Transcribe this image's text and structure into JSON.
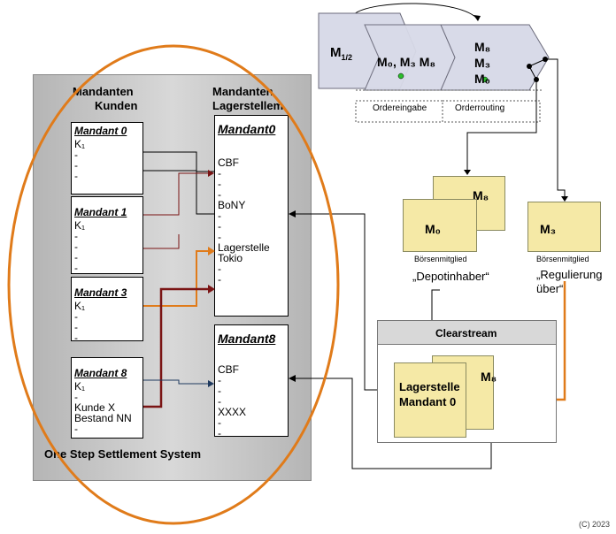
{
  "left_panel": {
    "col1_header_line1": "Mandanten",
    "col1_header_line2": "Kunden",
    "col2_header_line1": "Mandanten",
    "col2_header_line2": "Lagerstellem",
    "footer": "One Step Settlement System"
  },
  "clients": [
    {
      "title": "Mandant 0",
      "lines": [
        "K₁",
        "-",
        "-",
        "-"
      ]
    },
    {
      "title": "Mandant 1",
      "lines": [
        "K₁",
        "-",
        "-",
        "-",
        "-"
      ]
    },
    {
      "title": "Mandant 3",
      "lines": [
        "K₁",
        "-",
        "-",
        "-"
      ]
    },
    {
      "title": "Mandant 8",
      "lines": [
        "K₁",
        "-",
        "Kunde X",
        "Bestand NN",
        "-"
      ]
    }
  ],
  "depots": [
    {
      "title": "Mandant0",
      "lines": [
        "CBF",
        "-",
        "-",
        "-",
        "BoNY",
        "-",
        "-",
        "-",
        "Lagerstelle",
        "Tokio",
        "-",
        "-"
      ]
    },
    {
      "title": "Mandant8",
      "lines": [
        "CBF",
        "-",
        "-",
        "-",
        "XXXX",
        "-",
        "-"
      ]
    }
  ],
  "top_flow": {
    "m12_label": "M",
    "m12_sub": "1/2",
    "mid_label": "M₀, M₃ M₈",
    "right_lines": [
      "M₈",
      "M₃",
      "M₀"
    ],
    "ordereingabe": "Ordereingabe",
    "orderrouting": "Orderrouting"
  },
  "members": {
    "m8_label": "M₈",
    "m0_label": "M₀",
    "m3_label": "M₃",
    "boersen1": "Börsenmitglied",
    "boersen2": "Börsenmitglied",
    "depotinhaber": "„Depotinhaber“",
    "regulierung_line1": "„Regulierung",
    "regulierung_line2": "über“"
  },
  "clearstream": {
    "title": "Clearstream",
    "lagerstelle_line1": "Lagerstelle",
    "lagerstelle_line2": "Mandant 0",
    "m8_label": "M₈"
  },
  "copyright": "(C) 2023",
  "colors": {
    "orange": "#e07b1a",
    "darkred": "#7a1414",
    "gray_panel": "#bdbdbd",
    "yellow": "#f5e9a6",
    "blue_line": "#1f3a5f"
  }
}
